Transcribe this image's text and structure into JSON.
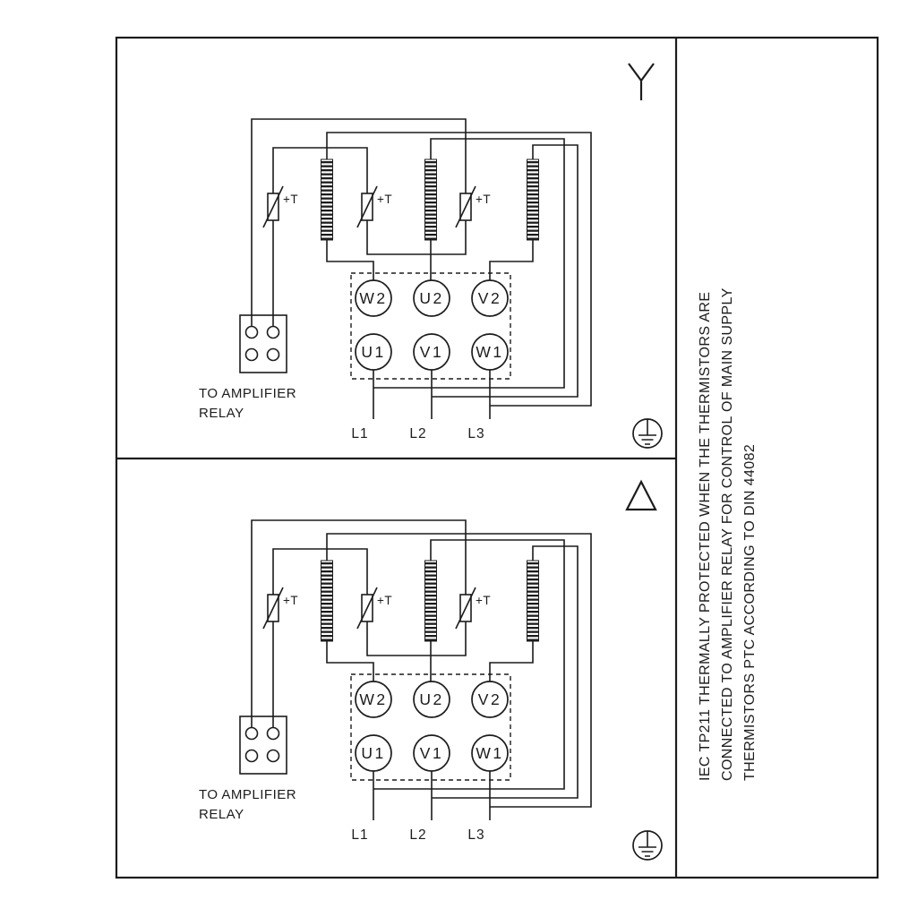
{
  "colors": {
    "line": "#1c1c1c",
    "background": "#ffffff"
  },
  "side_note": {
    "lines": [
      "IEC TP211 THERMALLY PROTECTED WHEN THE THERMISTORS ARE",
      "CONNECTED TO AMPLIFIER RELAY FOR CONTROL OF MAIN SUPPLY",
      "THERMISTORS PTC ACCORDING TO DIN 44082"
    ]
  },
  "panels": [
    {
      "connection": "star",
      "connection_icon": "wye-icon",
      "earth_icon": "earth-ground-icon",
      "thermistor_label": "+T",
      "relay_caption_line1": "TO AMPLIFIER",
      "relay_caption_line2": "RELAY",
      "terminals_top": [
        "W2",
        "U2",
        "V2"
      ],
      "terminals_bottom": [
        "U1",
        "V1",
        "W1"
      ],
      "supply_labels": [
        "L1",
        "L2",
        "L3"
      ]
    },
    {
      "connection": "delta",
      "connection_icon": "delta-icon",
      "earth_icon": "earth-ground-icon",
      "thermistor_label": "+T",
      "relay_caption_line1": "TO AMPLIFIER",
      "relay_caption_line2": "RELAY",
      "terminals_top": [
        "W2",
        "U2",
        "V2"
      ],
      "terminals_bottom": [
        "U1",
        "V1",
        "W1"
      ],
      "supply_labels": [
        "L1",
        "L2",
        "L3"
      ]
    }
  ]
}
